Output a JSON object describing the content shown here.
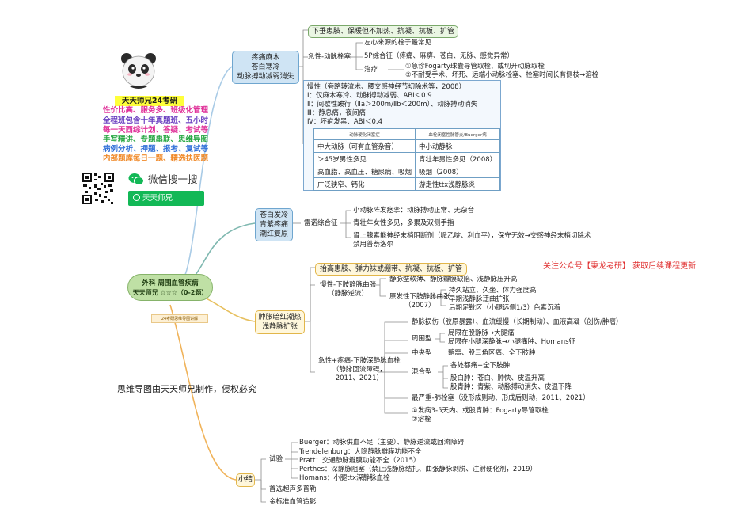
{
  "brand": {
    "title": "天天师兄24考研",
    "lines": [
      {
        "text": "性价比高、服务多、班级化管理",
        "color": "#e0339a"
      },
      {
        "text": "全程班包含十年真题班、五小时",
        "color": "#6a3fc0"
      },
      {
        "text": "每一天西综计划、答疑、考试等",
        "color": "#e0339a"
      },
      {
        "text": "手写精讲、专题串联、思维导图",
        "color": "#2aa845"
      },
      {
        "text": "病例分析、押题、报考、复试等",
        "color": "#2f6fd8"
      },
      {
        "text": "内部题库每日一题、精选抉医题",
        "color": "#f08a2a"
      }
    ],
    "wechat_label": "微信搜一搜",
    "search_text": "天天师兄",
    "colors": {
      "wechat_green": "#12b856",
      "title_bg": "#ffff3a"
    }
  },
  "central": {
    "title": "外科 周围血管疾病",
    "subtitle": "天天师兄 ☆☆☆（0-2题）",
    "tag": "24考研思维导图讲解"
  },
  "copyright": "思维导图由天天师兄制作，侵权必究",
  "follow": "关注公众号【秉龙考研】 获取后续课程更新",
  "branch1": {
    "node": [
      "疼痛麻木",
      "苍白寒冷",
      "动脉搏动减弱消失"
    ],
    "treatment_header": "下垂患肢、保暖但不加热、抗凝、抗板、扩管",
    "acute": {
      "label": "急性-动脉栓塞",
      "items": [
        "左心来源的栓子最常见",
        "5P综合征（疼痛、麻痹、苍白、无脉、感觉异常）"
      ],
      "treat_label": "治疗",
      "treat_items": [
        "①急诊Fogarty球囊导管取栓、或切开动脉取栓",
        "②不耐受手术、坏死、远端小动脉栓塞、栓塞时间长有侧枝→溶栓"
      ]
    },
    "chronic": {
      "lines": [
        "慢性（旁路转流术、腰交感神经节切除术等，2008）",
        "Ⅰ：仅麻木寒冷、动脉搏动减弱、ABI＜0.9",
        "Ⅱ：间歇性跛行（Ⅱa＞200m/Ⅱb＜200m）、动脉搏动消失",
        "Ⅲ：静息痛，夜间痛",
        "Ⅳ：坏疽发黑、ABI＜0.4"
      ],
      "table_headers": [
        "动脉硬化闭塞症",
        "血栓闭塞性脉管炎/Buerger病"
      ],
      "table_rows": [
        [
          "中大动脉（可有血管杂音）",
          "中小动静脉"
        ],
        [
          "＞45岁男性多见",
          "青壮年男性多见（2008）"
        ],
        [
          "高血脂、高血压、糖尿病、吸烟",
          "吸烟（2008）"
        ],
        [
          "广泛狭窄、钙化",
          "游走性ttx浅静脉炎"
        ]
      ]
    }
  },
  "branch2": {
    "node": [
      "苍白发冷",
      "青紫疼痛",
      "潮红复原"
    ],
    "label": "雷诺综合征",
    "items": [
      "小动脉阵发痉挛：动脉搏动正常、无杂音",
      "青壮年女性多见，多累及双侧手指",
      "肾上腺素能神经末梢阻断剂（哌乙啶、利血平），保守无效→交感神经末梢切除术",
      "禁用普萘洛尔"
    ]
  },
  "branch3": {
    "node": [
      "肿胀暗红潮热",
      "浅静脉扩张"
    ],
    "treatment_header": "抬高患肢、弹力袜或绷带、抗凝、抗板、扩管",
    "chronic": {
      "label": [
        "慢性-下肢静脉曲张",
        "（静脉逆流）"
      ],
      "item1": "静脉壁软薄、静脉瓣膜缺陷、浅静脉压升高",
      "primary_label": [
        "原发性下肢静脉曲张",
        "（2007）"
      ],
      "primary_items": [
        "持久站立、久坐、体力强度高",
        "早期浅静脉迂曲扩张",
        "后期足靴区（小腿远侧1/3）色素沉着"
      ]
    },
    "acute": {
      "label": [
        "急性+疼痛-下肢深静脉血栓",
        "（静脉回流障碍，",
        "2011、2021）"
      ],
      "virchow": "静脉损伤（胶原暴露）、血流缓慢（长期制动）、血液高凝（创伤/肿瘤）",
      "peripheral_label": "周围型",
      "peripheral_items": [
        "局限在股静脉→大腿痛",
        "局限在小腿深静脉→小腿痛肿、Homans征"
      ],
      "central_label": "中央型",
      "central_item": "髂窝、股三角区痛、全下肢肿",
      "mixed_label": "混合型",
      "mixed_items": [
        "各处都痛+全下肢肿",
        "股白肿：苍白、肿快、皮温升高",
        "股青肿：青紫、动脉搏动消失、皮温下降"
      ],
      "severe": "最严重-肺栓塞（没形成则动、形成后则动，2011、2021）",
      "treat": [
        "①发病3-5天内、或股青肿：Fogarty导管取栓",
        "②溶栓"
      ]
    }
  },
  "summary": {
    "node": "小结",
    "test_label": "试验",
    "tests": [
      "Buerger：动脉供血不足（主要）、静脉逆流或回流障碍",
      "Trendelenburg：大隐静脉瓣膜功能不全",
      "Pratt：交通静脉瓣膜功能不全（2015）",
      "Perthes：深静脉阻塞（禁止浅静脉结扎、曲张静脉剥脱、注射硬化剂，2019）",
      "Homans：小腿ttx深静脉血栓"
    ],
    "first_choice": "首选超声多普勒",
    "gold_standard": "金标准血管造影"
  }
}
